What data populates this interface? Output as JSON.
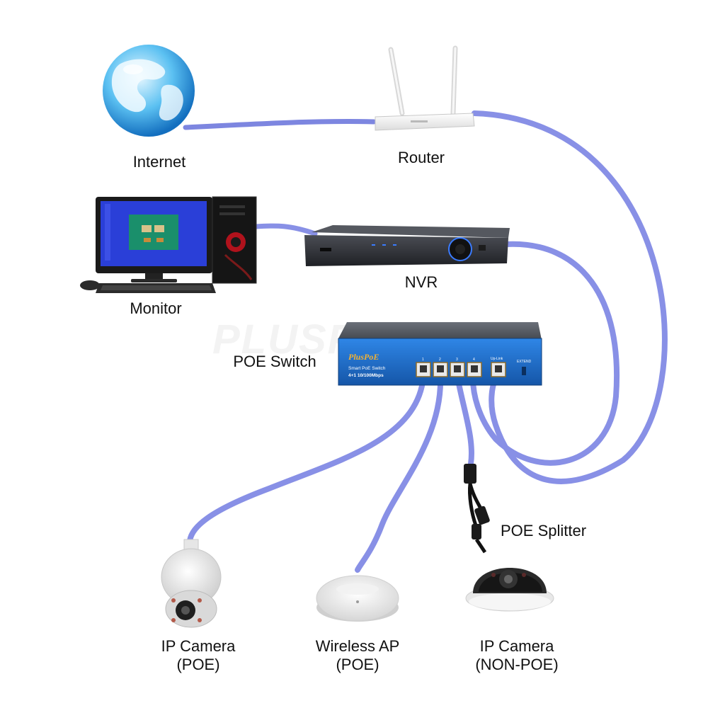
{
  "labels": {
    "internet": "Internet",
    "router": "Router",
    "monitor": "Monitor",
    "nvr": "NVR",
    "poe_switch": "POE Switch",
    "poe_splitter": "POE Splitter",
    "ip_camera_poe_line1": "IP Camera",
    "ip_camera_poe_line2": "(POE)",
    "wireless_ap_line1": "Wireless AP",
    "wireless_ap_line2": "(POE)",
    "ip_camera_nonpoe_line1": "IP Camera",
    "ip_camera_nonpoe_line2": "(NON-POE)"
  },
  "switch": {
    "brand": "PlusPoE",
    "model_line1": "Smart PoE Switch",
    "model_line2": "4+1 10/100Mbps",
    "port_numbers": [
      "1",
      "2",
      "3",
      "4"
    ],
    "uplink_label": "Up-Link",
    "extend_label": "EXTEND"
  },
  "watermark": "PLUSPOE.COM",
  "colors": {
    "cable": "#8a92e8",
    "cable_dark": "#5f67c8",
    "switch_blue": "#1f6fd1",
    "switch_body": "#4a4f57",
    "nvr_body": "#2b2d31",
    "globe_light": "#bfe8ff",
    "globe_dark": "#1c8fd8",
    "monitor_screen": "#2a3fd8"
  }
}
